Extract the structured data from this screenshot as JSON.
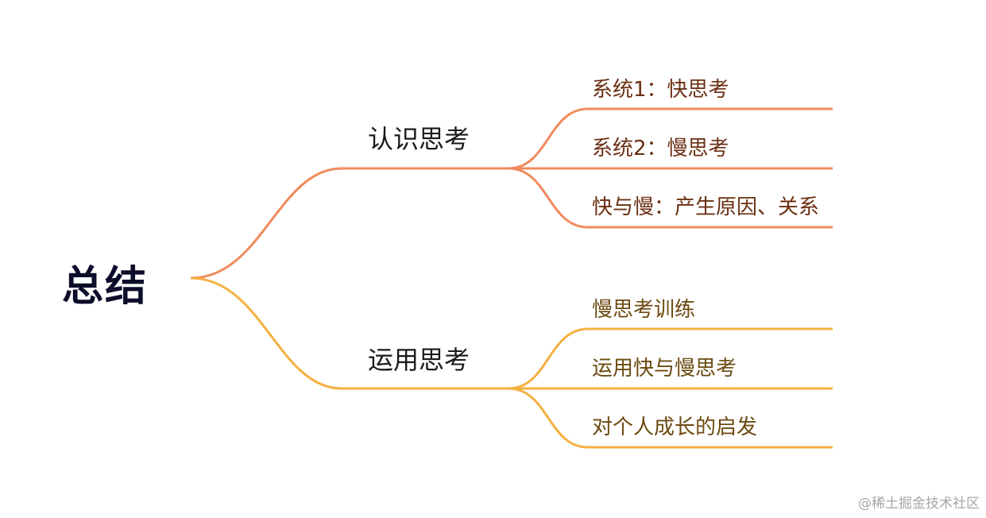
{
  "mindmap": {
    "root": {
      "label": "总结"
    },
    "branches": [
      {
        "label": "认识思考",
        "color": "#f08a5d",
        "children": [
          {
            "label": "系统1：快思考"
          },
          {
            "label": "系统2：慢思考"
          },
          {
            "label": "快与慢：产生原因、关系"
          }
        ]
      },
      {
        "label": "运用思考",
        "color": "#f5b041",
        "children": [
          {
            "label": "慢思考训练"
          },
          {
            "label": "运用快与慢思考"
          },
          {
            "label": "对个人成长的启发"
          }
        ]
      }
    ]
  },
  "watermark": "@稀土掘金技术社区"
}
